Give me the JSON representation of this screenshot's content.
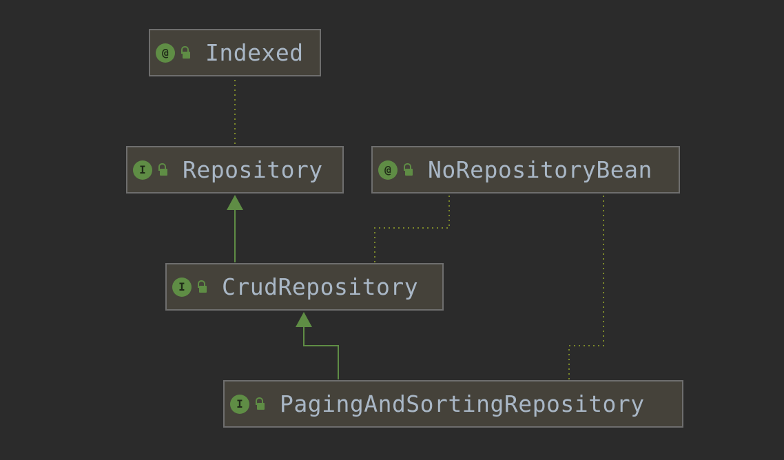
{
  "colors": {
    "background": "#2b2b2b",
    "node_fill": "#45423a",
    "node_border": "#6e6e6e",
    "label_text": "#a9b7c6",
    "icon_green": "#5f8d45",
    "extends_edge": "#5f8d45",
    "annotation_edge": "#7d8a2a"
  },
  "nodes": {
    "indexed": {
      "label": "Indexed",
      "kind_glyph": "@",
      "kind": "annotation",
      "icon": "unlocked-padlock-icon"
    },
    "repository": {
      "label": "Repository",
      "kind_glyph": "I",
      "kind": "interface",
      "icon": "unlocked-padlock-icon"
    },
    "norepobean": {
      "label": "NoRepositoryBean",
      "kind_glyph": "@",
      "kind": "annotation",
      "icon": "unlocked-padlock-icon"
    },
    "crud": {
      "label": "CrudRepository",
      "kind_glyph": "I",
      "kind": "interface",
      "icon": "unlocked-padlock-icon"
    },
    "paging": {
      "label": "PagingAndSortingRepository",
      "kind_glyph": "I",
      "kind": "interface",
      "icon": "unlocked-padlock-icon"
    }
  },
  "edges": [
    {
      "from": "crud",
      "to": "repository",
      "style": "solid-arrow"
    },
    {
      "from": "paging",
      "to": "crud",
      "style": "solid-arrow"
    },
    {
      "from": "repository",
      "to": "indexed",
      "style": "dotted"
    },
    {
      "from": "crud",
      "to": "norepobean",
      "style": "dotted"
    },
    {
      "from": "paging",
      "to": "norepobean",
      "style": "dotted"
    }
  ]
}
